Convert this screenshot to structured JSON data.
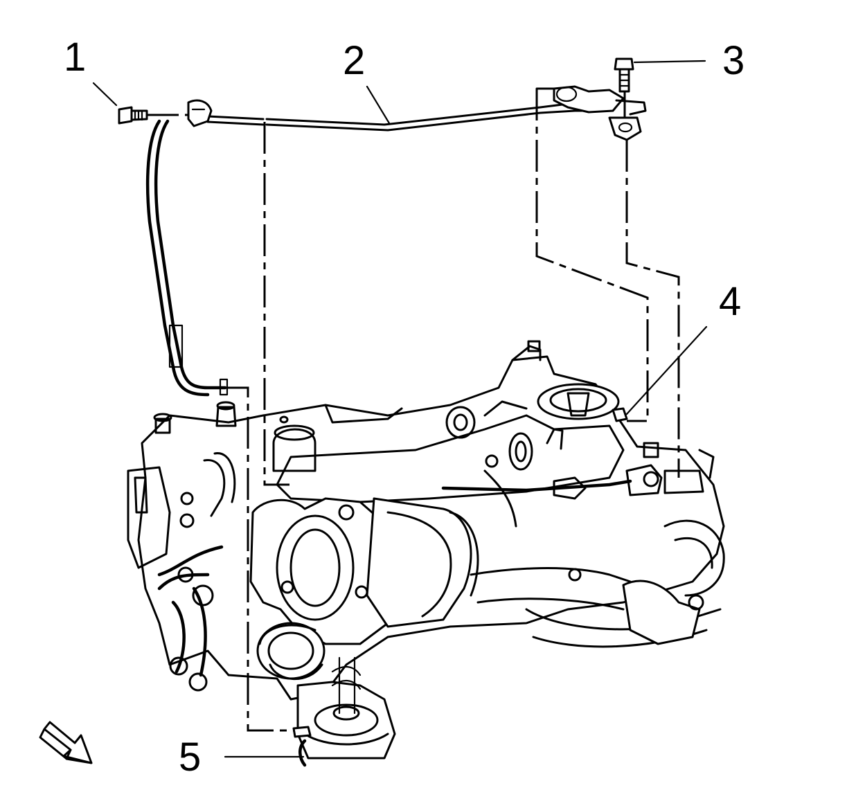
{
  "callouts": [
    {
      "id": "1",
      "label": "1"
    },
    {
      "id": "2",
      "label": "2"
    },
    {
      "id": "3",
      "label": "3"
    },
    {
      "id": "4",
      "label": "4"
    },
    {
      "id": "5",
      "label": "5"
    }
  ],
  "icons": {
    "direction_arrow": "front-direction-arrow-icon"
  },
  "colors": {
    "ink": "#000000",
    "background": "#ffffff"
  }
}
